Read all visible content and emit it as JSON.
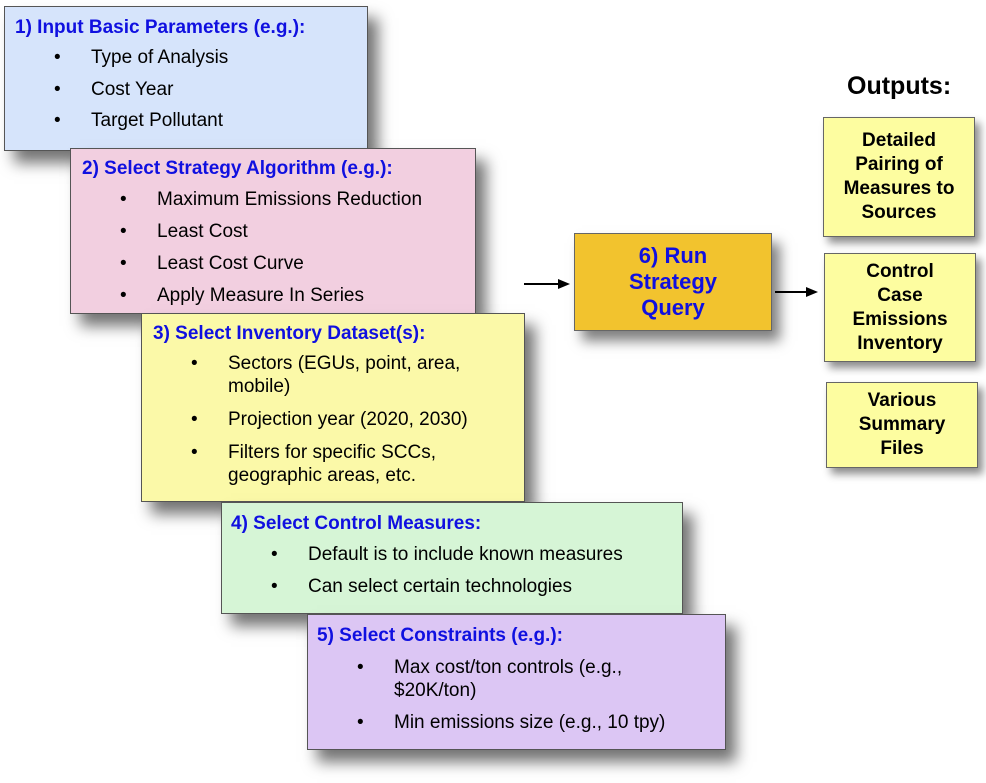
{
  "steps": [
    {
      "title": "1) Input Basic Parameters (e.g.):",
      "items": [
        "Type of Analysis",
        "Cost Year",
        "Target Pollutant"
      ]
    },
    {
      "title": "2) Select Strategy Algorithm (e.g.):",
      "items": [
        "Maximum Emissions Reduction",
        "Least Cost",
        "Least Cost Curve",
        "Apply Measure In Series"
      ]
    },
    {
      "title": "3) Select Inventory Dataset(s):",
      "items": [
        "Sectors (EGUs, point, area, mobile)",
        "Projection year (2020, 2030)",
        "Filters for specific SCCs, geographic areas, etc."
      ]
    },
    {
      "title": "4) Select Control Measures:",
      "items": [
        "Default is to include known measures",
        "Can select certain technologies"
      ]
    },
    {
      "title": "5) Select Constraints (e.g.):",
      "items": [
        "Max cost/ton controls (e.g., $20K/ton)",
        "Min emissions size (e.g., 10 tpy)"
      ]
    }
  ],
  "run": {
    "label": "6) Run Strategy Query"
  },
  "outputs": {
    "heading": "Outputs:",
    "items": [
      "Detailed Pairing of Measures to Sources",
      "Control Case Emissions Inventory",
      "Various Summary Files"
    ]
  },
  "colors": {
    "step1": "#d6e4fb",
    "step2": "#f2cfe0",
    "step3": "#fbf9a8",
    "step4": "#d6f5d6",
    "step5": "#dcc6f4",
    "run": "#f2c32e",
    "output": "#fdfda0",
    "title_text": "#1010e0"
  }
}
